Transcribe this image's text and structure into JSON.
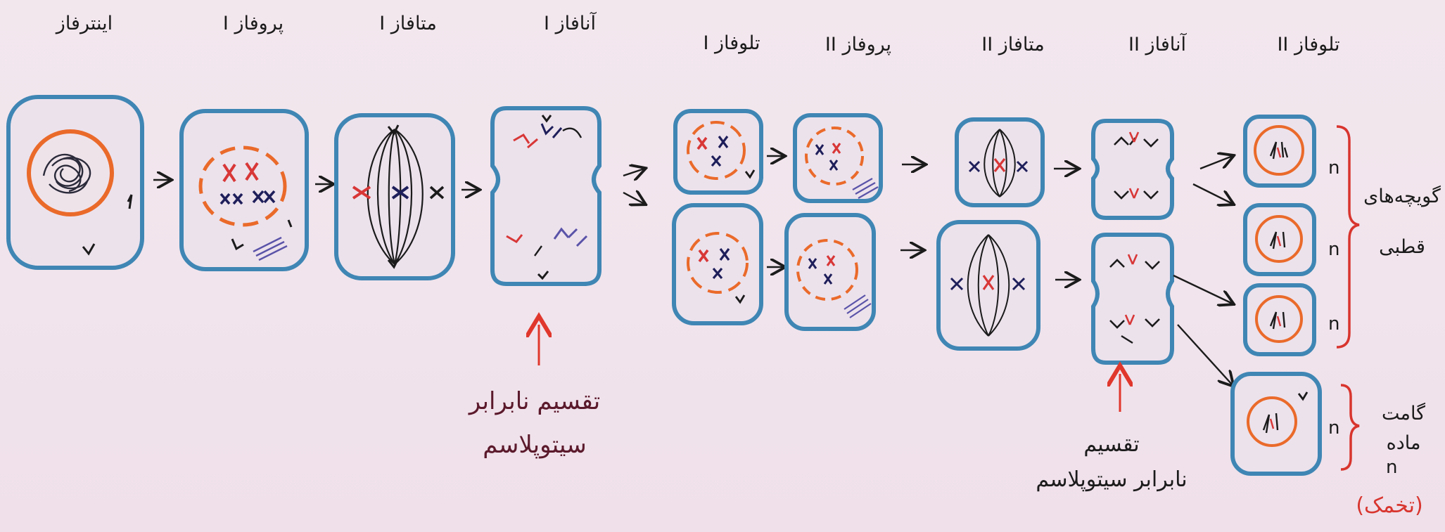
{
  "phase_labels": [
    "اینترفاز",
    "پروفاز I",
    "متافاز I",
    "آنافاز I",
    "تلوفاز I",
    "پروفاز II",
    "متافاز II",
    "آنافاز II",
    "تلوفاز II"
  ],
  "annotations": {
    "unequal_division_1": [
      "تقسیم نابرابر",
      "سیتوپلاسم"
    ],
    "unequal_division_2": [
      "تقسیم",
      "نابرابر سیتوپلاسم"
    ],
    "polar_bodies": [
      "گویچه‌های",
      "قطبی"
    ],
    "gamete": [
      "گامت",
      "ماده"
    ],
    "egg": "(تخمک)",
    "ploidy": "n"
  },
  "colors": {
    "cell_outline": "#3f86b4",
    "nucleus_orange": "#ea6a2a",
    "red_chromosome": "#d83737",
    "navy_chromosome": "#1e1e5a",
    "ink": "#1b1b1b",
    "arrow_red": "#e0372d",
    "brace_red": "#d8352e"
  }
}
